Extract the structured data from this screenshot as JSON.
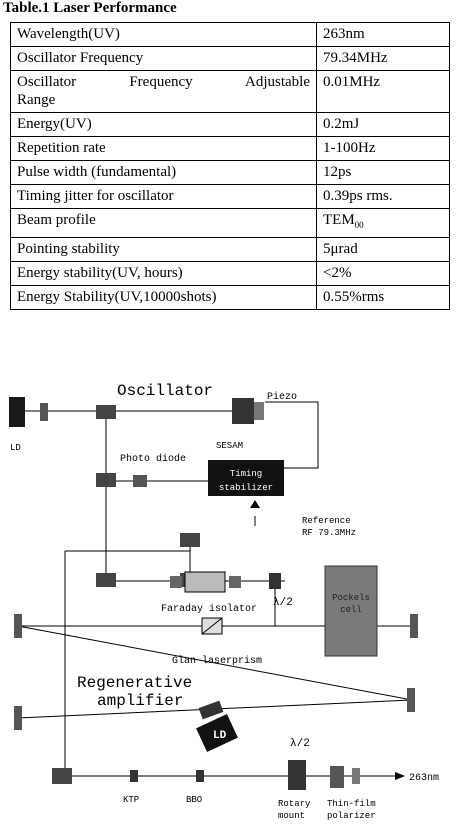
{
  "caption": "Table.1 Laser Performance",
  "table": {
    "rows": [
      {
        "param": "Wavelength(UV)",
        "value": "263nm"
      },
      {
        "param": "Oscillator Frequency",
        "value": "79.34MHz"
      },
      {
        "param": "Oscillator Frequency Adjustable",
        "param_line2": "Range",
        "value": "0.01MHz"
      },
      {
        "param": "Energy(UV)",
        "value": "0.2mJ"
      },
      {
        "param": "Repetition rate",
        "value": "1-100Hz"
      },
      {
        "param": "Pulse width (fundamental)",
        "value": "12ps"
      },
      {
        "param": "Timing jitter for oscillator",
        "value": "0.39ps rms."
      },
      {
        "param": "Beam profile",
        "value": "TEM",
        "value_sub": "00"
      },
      {
        "param": "Pointing stability",
        "value": "5μrad"
      },
      {
        "param": "Energy stability(UV, hours)",
        "value": "<2%"
      },
      {
        "param": "Energy Stability(UV,10000shots)",
        "value": "0.55%rms"
      }
    ]
  },
  "diagram": {
    "labels": {
      "oscillator": "Oscillator",
      "piezo": "Piezo",
      "ld_top": "LD",
      "sesam": "SESAM",
      "photodiode": "Photo diode",
      "timing_stabilizer_1": "Timing",
      "timing_stabilizer_2": "stabilizer",
      "reference_1": "Reference",
      "reference_2": "RF 79.3MHz",
      "faraday_isolator": "Faraday isolator",
      "half_wave_1": "λ/2",
      "pockels_cell_1": "Pockels",
      "pockels_cell_2": "cell",
      "glan_laserprism": "Glan laserprism",
      "regen_1": "Regenerative",
      "regen_2": "amplifier",
      "ld_bottom": "LD",
      "half_wave_2": "λ/2",
      "output": "263nm",
      "ktp": "KTP",
      "bbo": "BBO",
      "rotary_1": "Rotary",
      "rotary_2": "mount",
      "thinfilm_1": "Thin-film",
      "thinfilm_2": "polarizer"
    }
  }
}
